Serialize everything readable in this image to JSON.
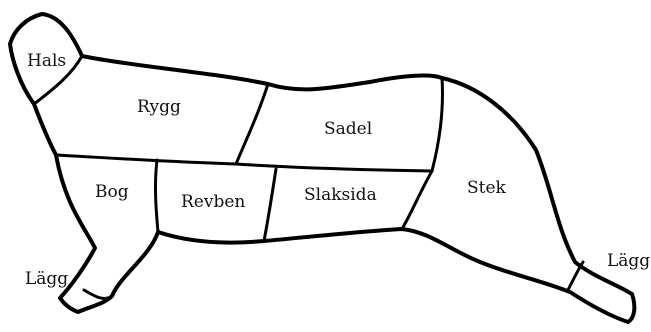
{
  "diagram": {
    "colors": {
      "stroke": "#000000",
      "fill": "#ffffff",
      "text": "#111111"
    },
    "labels": {
      "hals": "Hals",
      "rygg": "Rygg",
      "sadel": "Sadel",
      "bog": "Bog",
      "revben": "Revben",
      "slaksida": "Slaksida",
      "stek": "Stek",
      "lagg_front": "Lägg",
      "lagg_back": "Lägg"
    }
  }
}
